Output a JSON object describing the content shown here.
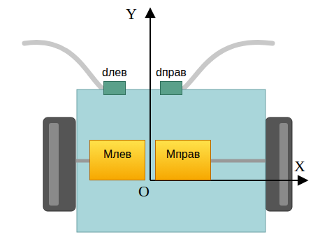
{
  "diagram": {
    "nodes": [
      {
        "text": [
          "dлев"
        ]
      },
      {
        "text": [
          "dправ"
        ]
      },
      {
        "text": [
          "Mлев"
        ]
      },
      {
        "text": [
          "Mправ"
        ]
      }
    ],
    "labels": [
      "Y",
      "X",
      "O"
    ]
  }
}
